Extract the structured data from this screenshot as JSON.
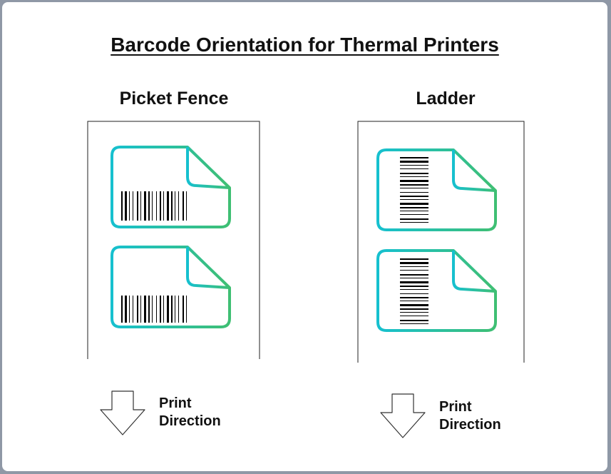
{
  "title": "Barcode Orientation for Thermal Printers",
  "columns": [
    {
      "heading": "Picket Fence",
      "direction_line1": "Print",
      "direction_line2": "Direction"
    },
    {
      "heading": "Ladder",
      "direction_line1": "Print",
      "direction_line2": "Direction"
    }
  ],
  "colors": {
    "label_gradient_start": "#16c0cf",
    "label_gradient_end": "#3fbf73",
    "background": "#8f98a6"
  }
}
